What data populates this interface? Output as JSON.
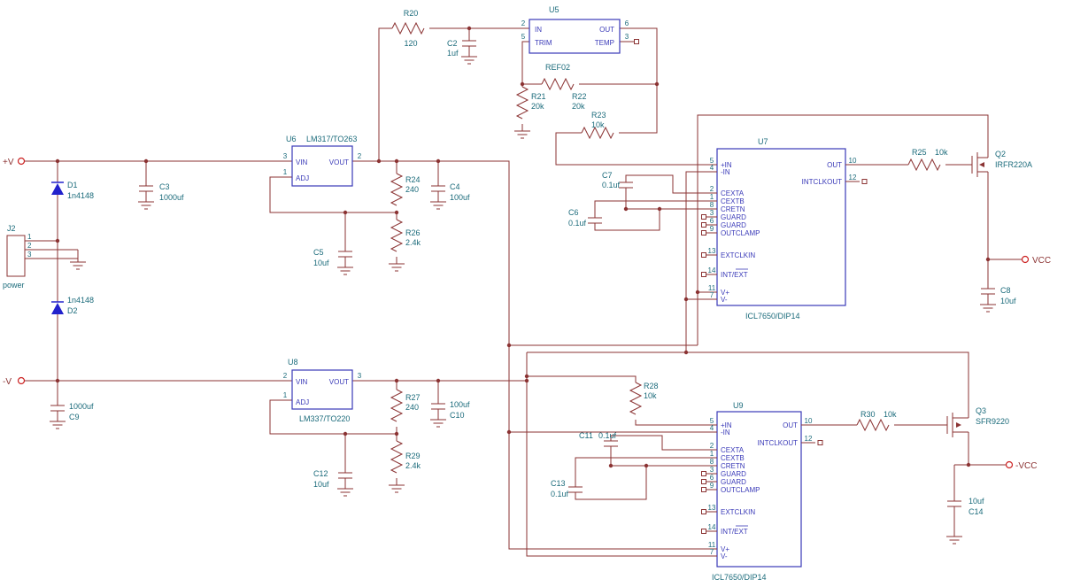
{
  "ports": {
    "pv": "+V",
    "nv": "-V",
    "vcc": "VCC",
    "nvcc": "-VCC"
  },
  "connector": {
    "ref": "J2",
    "label": "power",
    "pins": [
      "1",
      "2",
      "3"
    ]
  },
  "regulators": {
    "u6": {
      "ref": "U6",
      "part": "LM317/TO263",
      "pin_in": "VIN",
      "pin_out": "VOUT",
      "pin_adj": "ADJ",
      "n_in": "3",
      "n_out": "2",
      "n_adj": "1"
    },
    "u8": {
      "ref": "U8",
      "part": "LM337/TO220",
      "pin_in": "VIN",
      "pin_out": "VOUT",
      "pin_adj": "ADJ",
      "n_in": "2",
      "n_out": "3",
      "n_adj": "1"
    }
  },
  "ref02": {
    "ref": "U5",
    "part": "REF02",
    "pins": {
      "in": "IN",
      "trim": "TRIM",
      "out": "OUT",
      "temp": "TEMP"
    },
    "nums": {
      "in": "2",
      "trim": "5",
      "out": "6",
      "temp": "3"
    }
  },
  "opamps": {
    "u7": {
      "ref": "U7",
      "part": "ICL7650/DIP14",
      "left": [
        {
          "n": "5",
          "name": "+IN"
        },
        {
          "n": "4",
          "name": "-IN"
        },
        {
          "n": "2",
          "name": "CEXTA"
        },
        {
          "n": "1",
          "name": "CEXTB"
        },
        {
          "n": "8",
          "name": "CRETN"
        },
        {
          "n": "3",
          "name": "GUARD"
        },
        {
          "n": "6",
          "name": "GUARD"
        },
        {
          "n": "9",
          "name": "OUTCLAMP"
        },
        {
          "n": "13",
          "name": "EXTCLKIN"
        },
        {
          "n": "14",
          "name": "INT/EXT"
        },
        {
          "n": "11",
          "name": "V+"
        },
        {
          "n": "7",
          "name": "V-"
        }
      ],
      "right": [
        {
          "n": "10",
          "name": "OUT"
        },
        {
          "n": "12",
          "name": "INTCLKOUT"
        }
      ]
    },
    "u9": {
      "ref": "U9",
      "part": "ICL7650/DIP14",
      "left": [
        {
          "n": "5",
          "name": "+IN"
        },
        {
          "n": "4",
          "name": "-IN"
        },
        {
          "n": "2",
          "name": "CEXTA"
        },
        {
          "n": "1",
          "name": "CEXTB"
        },
        {
          "n": "8",
          "name": "CRETN"
        },
        {
          "n": "3",
          "name": "GUARD"
        },
        {
          "n": "6",
          "name": "GUARD"
        },
        {
          "n": "9",
          "name": "OUTCLAMP"
        },
        {
          "n": "13",
          "name": "EXTCLKIN"
        },
        {
          "n": "14",
          "name": "INT/EXT"
        },
        {
          "n": "11",
          "name": "V+"
        },
        {
          "n": "7",
          "name": "V-"
        }
      ],
      "right": [
        {
          "n": "10",
          "name": "OUT"
        },
        {
          "n": "12",
          "name": "INTCLKOUT"
        }
      ]
    }
  },
  "parts": {
    "r20": {
      "ref": "R20",
      "val": "120"
    },
    "r21": {
      "ref": "R21",
      "val": "20k"
    },
    "r22": {
      "ref": "R22",
      "val": "20k"
    },
    "r23": {
      "ref": "R23",
      "val": "10k"
    },
    "r24": {
      "ref": "R24",
      "val": "240"
    },
    "r25": {
      "ref": "R25",
      "val": "10k"
    },
    "r26": {
      "ref": "R26",
      "val": "2.4k"
    },
    "r27": {
      "ref": "R27",
      "val": "240"
    },
    "r28": {
      "ref": "R28",
      "val": "10k"
    },
    "r29": {
      "ref": "R29",
      "val": "2.4k"
    },
    "r30": {
      "ref": "R30",
      "val": "10k"
    },
    "c2": {
      "ref": "C2",
      "val": "1uf"
    },
    "c3": {
      "ref": "C3",
      "val": "1000uf"
    },
    "c4": {
      "ref": "C4",
      "val": "100uf"
    },
    "c5": {
      "ref": "C5",
      "val": "10uf"
    },
    "c6": {
      "ref": "C6",
      "val": "0.1uf"
    },
    "c7": {
      "ref": "C7",
      "val": "0.1uf"
    },
    "c8": {
      "ref": "C8",
      "val": "10uf"
    },
    "c9": {
      "ref": "C9",
      "val": "1000uf"
    },
    "c10": {
      "ref": "C10",
      "val": "100uf"
    },
    "c11": {
      "ref": "C11",
      "val": "0.1uf"
    },
    "c12": {
      "ref": "C12",
      "val": "10uf"
    },
    "c13": {
      "ref": "C13",
      "val": "0.1uf"
    },
    "c14": {
      "ref": "C14",
      "val": "10uf"
    },
    "d1": {
      "ref": "D1",
      "val": "1n4148"
    },
    "d2": {
      "ref": "D2",
      "val": "1n4148"
    },
    "q2": {
      "ref": "Q2",
      "val": "IRFR220A"
    },
    "q3": {
      "ref": "Q3",
      "val": "SFR9220"
    }
  }
}
